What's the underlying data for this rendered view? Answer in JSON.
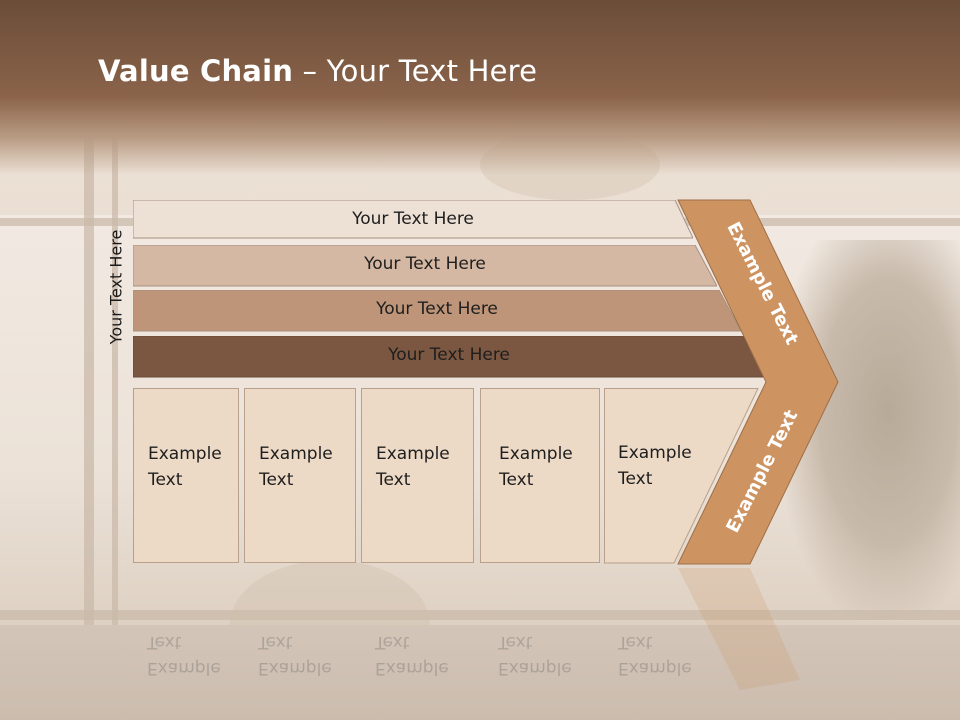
{
  "slide": {
    "title_bold": "Value Chain",
    "title_rest": " – Your Text Here",
    "vertical_label": "Your Text Here"
  },
  "bars": [
    {
      "label": "Your Text Here",
      "color": "#ede1d6"
    },
    {
      "label": "Your Text Here",
      "color": "#d5b8a3"
    },
    {
      "label": "Your Text Here",
      "color": "#be9579"
    },
    {
      "label": "Your Text Here",
      "color": "#7b5741"
    }
  ],
  "columns": [
    {
      "line1": "Example",
      "line2": "Text"
    },
    {
      "line1": "Example",
      "line2": "Text"
    },
    {
      "line1": "Example",
      "line2": "Text"
    },
    {
      "line1": "Example",
      "line2": "Text"
    },
    {
      "line1": "Example",
      "line2": "Text"
    }
  ],
  "chevron": {
    "upper_label": "Example Text",
    "lower_label": "Example Text",
    "color": "#cd9462"
  }
}
